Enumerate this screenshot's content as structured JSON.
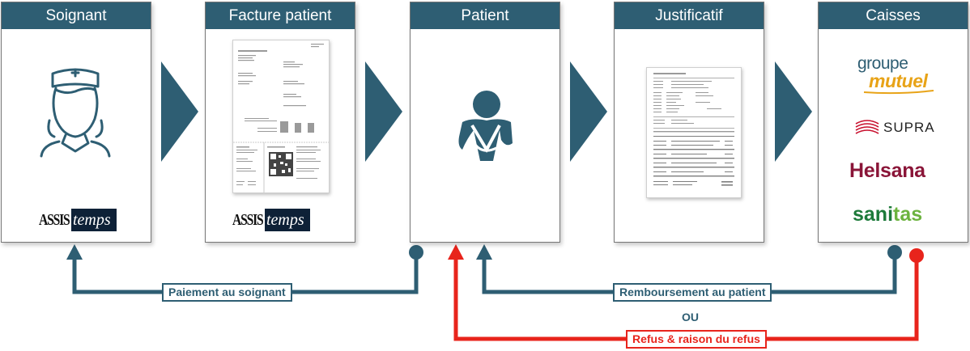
{
  "columns": {
    "soignant": {
      "title": "Soignant"
    },
    "facture": {
      "title": "Facture patient"
    },
    "patient": {
      "title": "Patient"
    },
    "justificatif": {
      "title": "Justificatif"
    },
    "caisses": {
      "title": "Caisses"
    }
  },
  "brand": {
    "part_a": "ASSIS",
    "part_b": "temps"
  },
  "insurers": {
    "groupe_mutuel_top": "groupe",
    "groupe_mutuel_bottom": "mutuel",
    "supra": "SUPRA",
    "helsana": "Helsana",
    "sanitas_a": "sani",
    "sanitas_b": "tas"
  },
  "flows": {
    "paiement": "Paiement au soignant",
    "remboursement": "Remboursement au patient",
    "ou": "OU",
    "refus": "Refus & raison du refus"
  },
  "colors": {
    "teal": "#2e5e73",
    "red": "#e8241c",
    "groupe_mutuel_orange": "#e8a317",
    "helsana_red": "#8a1538",
    "sanitas_green": "#3d8b37"
  }
}
